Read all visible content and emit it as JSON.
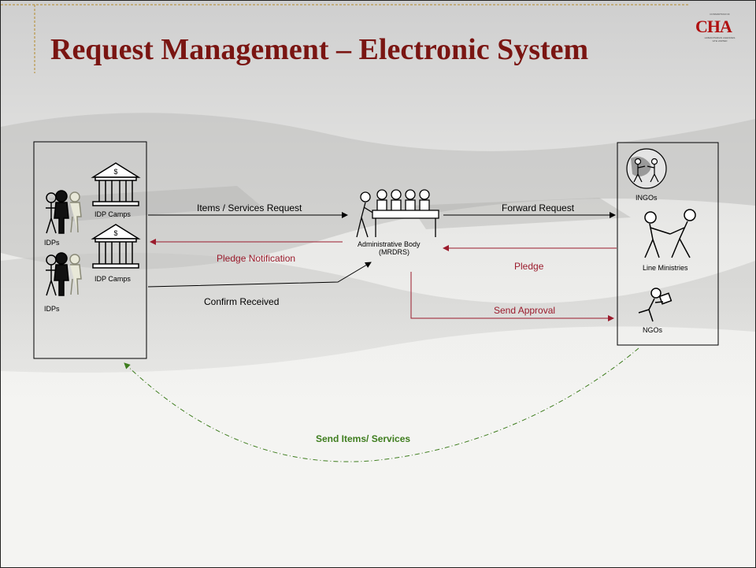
{
  "slide": {
    "title": "Request Management – Electronic System"
  },
  "logo": {
    "mark": "CHA",
    "top_text": "CONSORTIUM OF",
    "bottom_text": "HUMANITARIAN AGENCIES",
    "bottom_text2": "GTE LIMITED"
  },
  "diagram": {
    "left_group": {
      "idps_1": "IDPs",
      "idp_camps_1": "IDP Camps",
      "idps_2": "IDPs",
      "idp_camps_2": "IDP Camps"
    },
    "center": {
      "name": "Administrative Body",
      "acronym": "(MRDRS)"
    },
    "right_group": {
      "ingos": "INGOs",
      "line_ministries": "Line Ministries",
      "ngos": "NGOs"
    },
    "flows": {
      "items_request": "Items / Services Request",
      "pledge_notification": "Pledge Notification",
      "confirm_received": "Confirm Received",
      "forward_request": "Forward Request",
      "pledge": "Pledge",
      "send_approval": "Send Approval",
      "send_items": "Send Items/ Services"
    },
    "colors": {
      "black_flow": "#000000",
      "red_flow": "#9b1b2c",
      "green_flow": "#3e7d1e",
      "title": "#7a1512"
    }
  }
}
